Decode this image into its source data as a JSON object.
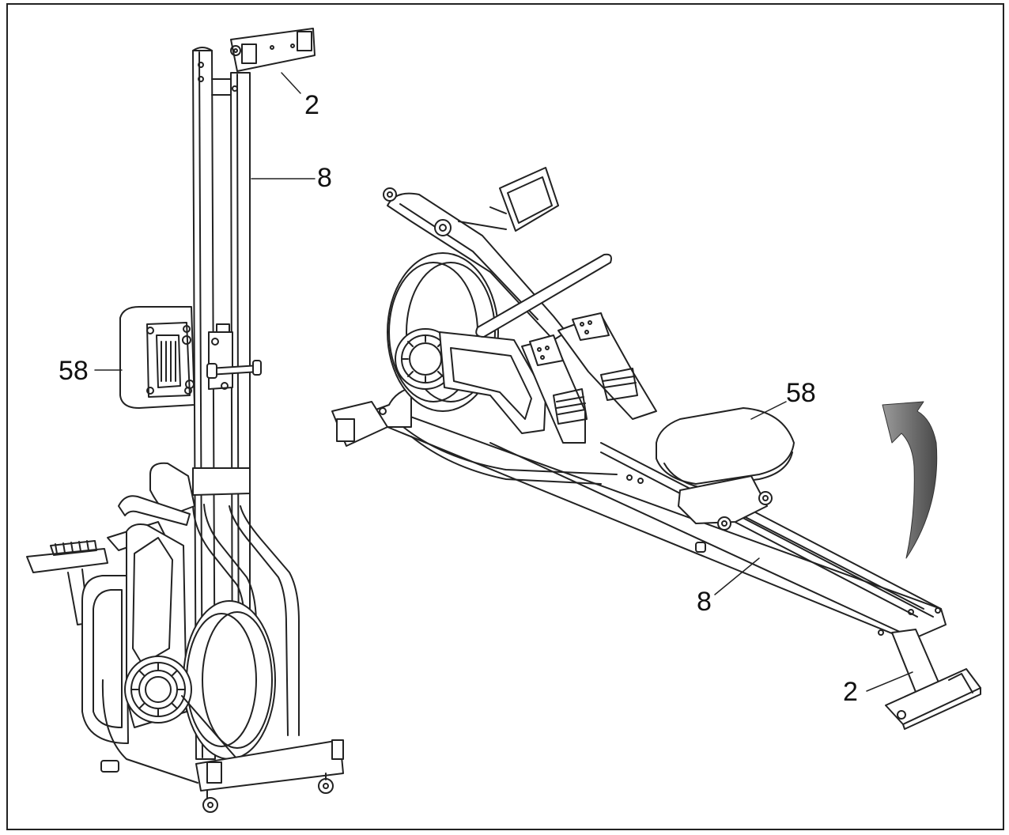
{
  "callouts": {
    "part_2_stored": "2",
    "part_8_stored": "8",
    "part_58_stored": "58",
    "part_58_assembled": "58",
    "part_8_assembled": "8",
    "part_2_assembled": "2"
  },
  "colors": {
    "line": "#222222",
    "fill": "#ffffff",
    "arrow_dark": "#4a4a4a",
    "arrow_light": "#9a9a9a"
  }
}
